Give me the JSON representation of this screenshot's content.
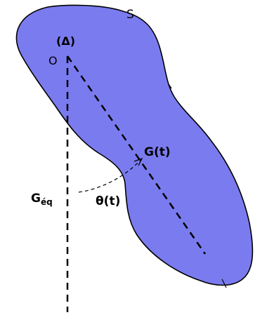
{
  "labels": {
    "surface": "S",
    "axis": "(Δ)",
    "pivot": "O",
    "g_moving": "G(t)",
    "g_eq_main": "G",
    "g_eq_sub": "éq",
    "angle": "θ(t)"
  },
  "colors": {
    "body_fill": "#7b7bf0",
    "outline": "#000000",
    "background": "#ffffff"
  }
}
